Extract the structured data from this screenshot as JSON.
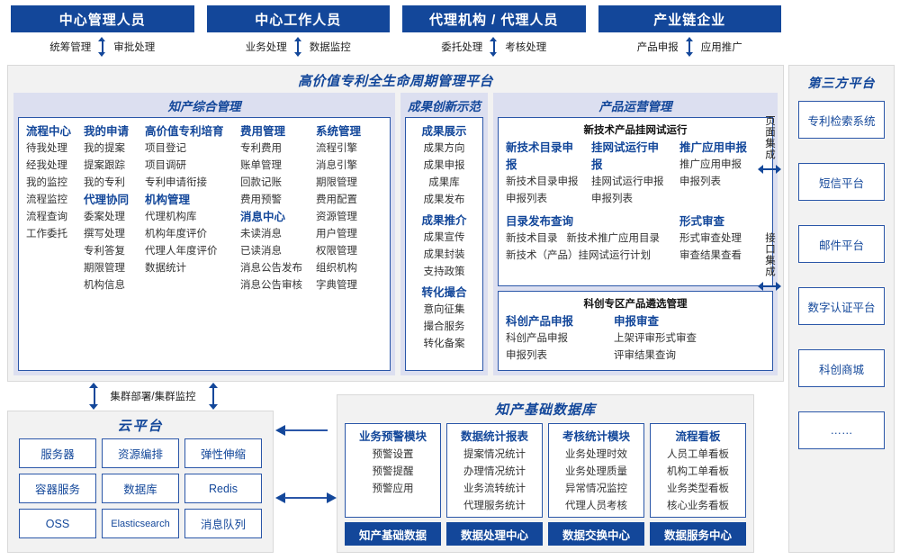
{
  "roles": [
    {
      "title": "中心管理人员",
      "left": "统筹管理",
      "right": "审批处理"
    },
    {
      "title": "中心工作人员",
      "left": "业务处理",
      "right": "数据监控"
    },
    {
      "title": "代理机构 / 代理人员",
      "left": "委托处理",
      "right": "考核处理"
    },
    {
      "title": "产业链企业",
      "left": "产品申报",
      "right": "应用推广"
    }
  ],
  "platform": {
    "title": "高价值专利全生命周期管理平台",
    "panes": {
      "ip": {
        "title": "知产综合管理",
        "columns": [
          {
            "groups": [
              {
                "head": "流程中心",
                "items": [
                  "待我处理",
                  "经我处理",
                  "我的监控",
                  "流程监控",
                  "流程查询",
                  "工作委托"
                ]
              }
            ]
          },
          {
            "groups": [
              {
                "head": "我的申请",
                "items": [
                  "我的提案",
                  "提案跟踪",
                  "我的专利"
                ]
              },
              {
                "head": "代理协同",
                "items": [
                  "委案处理",
                  "撰写处理",
                  "专利答复",
                  "期限管理",
                  "机构信息"
                ]
              }
            ]
          },
          {
            "groups": [
              {
                "head": "高价值专利培育",
                "items": [
                  "项目登记",
                  "项目调研",
                  "专利申请衔接"
                ]
              },
              {
                "head": "机构管理",
                "items": [
                  "代理机构库",
                  "机构年度评价",
                  "代理人年度评价",
                  "数据统计"
                ]
              }
            ]
          },
          {
            "groups": [
              {
                "head": "费用管理",
                "items": [
                  "专利费用",
                  "账单管理",
                  "回款记账",
                  "费用预警"
                ]
              },
              {
                "head": "消息中心",
                "items": [
                  "未读消息",
                  "已读消息",
                  "消息公告发布",
                  "消息公告审核"
                ]
              }
            ]
          },
          {
            "groups": [
              {
                "head": "系统管理",
                "items": [
                  "流程引擎",
                  "消息引擎",
                  "期限管理",
                  "费用配置",
                  "资源管理",
                  "用户管理",
                  "权限管理",
                  "组织机构",
                  "字典管理"
                ]
              }
            ]
          }
        ]
      },
      "achievement": {
        "title": "成果创新示范",
        "groups": [
          {
            "head": "成果展示",
            "items": [
              "成果方向",
              "成果申报",
              "成果库",
              "成果发布"
            ]
          },
          {
            "head": "成果推介",
            "items": [
              "成果宣传",
              "成果封装",
              "支持政策"
            ]
          },
          {
            "head": "转化撮合",
            "items": [
              "意向征集",
              "撮合服务",
              "转化备案"
            ]
          }
        ]
      },
      "product": {
        "title": "产品运营管理",
        "box1": {
          "title": "新技术产品挂网试运行",
          "columns": [
            {
              "head": "新技术目录申报",
              "items": [
                "新技术目录申报",
                "申报列表"
              ]
            },
            {
              "head": "挂网试运行申报",
              "items": [
                "挂网试运行申报",
                "申报列表"
              ]
            },
            {
              "head": "推广应用申报",
              "items": [
                "推广应用申报",
                "申报列表"
              ]
            }
          ],
          "row2": [
            {
              "head": "目录发布查询",
              "items_inline": [
                "新技术目录",
                "新技术推广应用目录"
              ],
              "items": [
                "新技术（产品）挂网试运行计划"
              ]
            },
            {
              "head": "形式审查",
              "items": [
                "形式审查处理",
                "审查结果查看"
              ]
            }
          ]
        },
        "box2": {
          "title": "科创专区产品遴选管理",
          "columns": [
            {
              "head": "科创产品申报",
              "items": [
                "科创产品申报",
                "申报列表"
              ]
            },
            {
              "head": "申报审查",
              "items": [
                "上架评审形式审查",
                "评审结果查询"
              ]
            }
          ]
        }
      }
    }
  },
  "integration": [
    {
      "label": "页面集成"
    },
    {
      "label": "接口集成"
    }
  ],
  "third_party": {
    "title": "第三方平台",
    "items": [
      "专利检索系统",
      "短信平台",
      "邮件平台",
      "数字认证平台",
      "科创商城",
      "……"
    ]
  },
  "cluster": {
    "label": "集群部署/集群监控"
  },
  "cloud": {
    "title": "云平台",
    "cells": [
      "服务器",
      "资源编排",
      "弹性伸缩",
      "容器服务",
      "数据库",
      "Redis",
      "OSS",
      "Elasticsearch",
      "消息队列"
    ]
  },
  "database": {
    "title": "知产基础数据库",
    "columns": [
      {
        "head": "业务预警模块",
        "items": [
          "预警设置",
          "预警提醒",
          "预警应用"
        ],
        "foot": "知产基础数据"
      },
      {
        "head": "数据统计报表",
        "items": [
          "提案情况统计",
          "办理情况统计",
          "业务流转统计",
          "代理服务统计"
        ],
        "foot": "数据处理中心"
      },
      {
        "head": "考核统计模块",
        "items": [
          "业务处理时效",
          "业务处理质量",
          "异常情况监控",
          "代理人员考核"
        ],
        "foot": "数据交换中心"
      },
      {
        "head": "流程看板",
        "items": [
          "人员工单看板",
          "机构工单看板",
          "业务类型看板",
          "核心业务看板"
        ],
        "foot": "数据服务中心"
      }
    ]
  },
  "colors": {
    "navy": "#13479a",
    "border": "#2a56a8",
    "pane_bg": "#dcdff0",
    "frame_bg": "#f2f2f2"
  }
}
